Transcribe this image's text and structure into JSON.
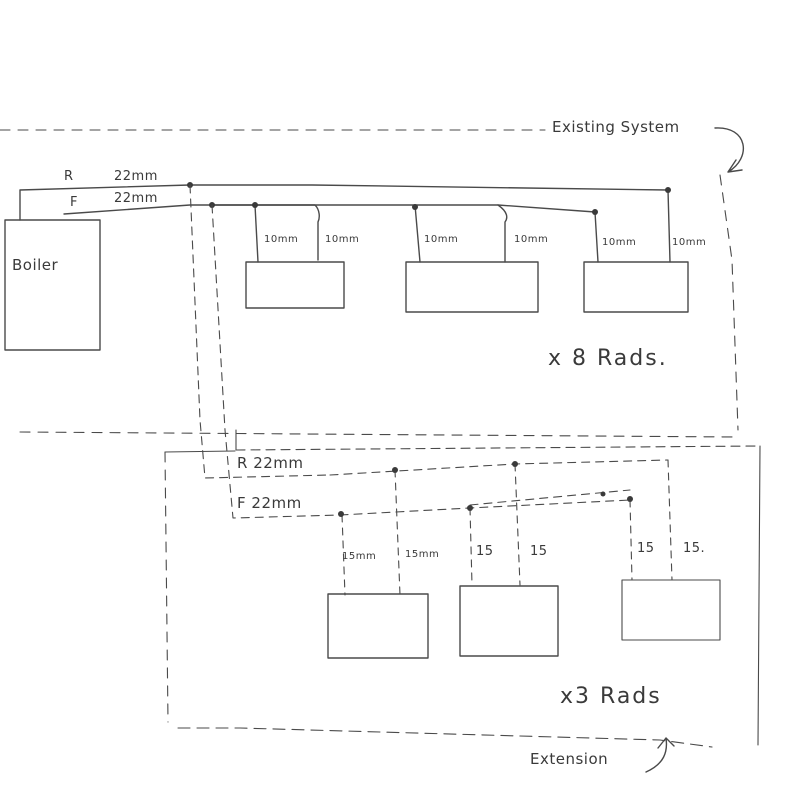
{
  "labels": {
    "existing_system": "Existing System",
    "extension": "Extension",
    "boiler": "Boiler",
    "existing_count": "x 8 Rads.",
    "extension_count": "x3 Rads"
  },
  "existing_pipes": {
    "return_label": "R",
    "flow_label": "F",
    "return_size": "22mm",
    "flow_size": "22mm",
    "branch_sizes": [
      "10mm",
      "10mm",
      "10mm",
      "10mm",
      "10mm",
      "10mm"
    ]
  },
  "extension_pipes": {
    "return_label": "R 22mm",
    "flow_label": "F 22mm",
    "branch_sizes": [
      "15mm",
      "15mm",
      "15",
      "15",
      "15",
      "15."
    ]
  },
  "colors": {
    "ink": "#4a4a4a",
    "paper": "#ffffff"
  }
}
